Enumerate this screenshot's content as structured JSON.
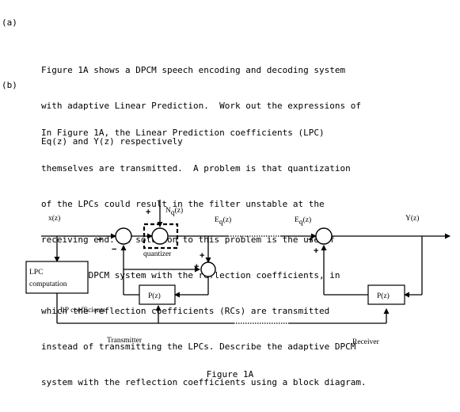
{
  "part_a": {
    "label": "(a)",
    "lines": [
      "Figure 1A shows a DPCM speech encoding and decoding system",
      "with adaptive Linear Prediction.  Work out the expressions of",
      "Eq(z) and Y(z) respectively"
    ]
  },
  "part_b": {
    "label": "(b)",
    "lines": [
      "In Figure 1A, the Linear Prediction coefficients (LPC)",
      "themselves are transmitted.  A problem is that quantization",
      "of the LPCs could result in the filter unstable at the",
      "receiving end.  A solution to this problem is the use of",
      "adaptive DPCM system with the reflection coefficients, in",
      "which the reflection coefficients (RCs) are transmitted",
      "instead of transmitting the LPCs. Describe the adaptive DPCM",
      "system with the reflection coefficients using a block diagram."
    ]
  },
  "diagram": {
    "input_label": "x(z)",
    "noise_main": "N",
    "noise_sub": "q",
    "noise_suffix": "(z)",
    "eq_main": "E",
    "eq_sub": "q",
    "eq_suffix": "(z)",
    "output_label": "Y(z)",
    "quantizer_label": "quantizer",
    "lpc_line1": "LPC",
    "lpc_line2": "computation",
    "predictor_tx": "P(z)",
    "predictor_rx": "P(z)",
    "lp_coefficients_label": "LP coefficients",
    "transmitter_label": "Transmitter",
    "receiver_label": "Receiver",
    "plus": "+",
    "minus": "−"
  },
  "caption": "Figure 1A"
}
